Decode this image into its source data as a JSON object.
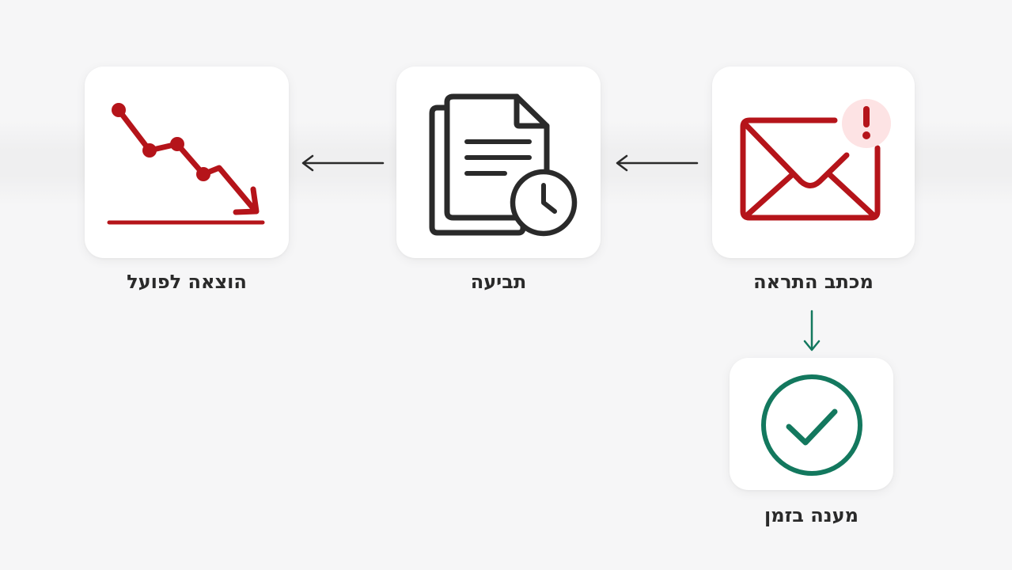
{
  "steps": {
    "warning_letter": {
      "label": "מכתב התראה",
      "icon": "envelope-alert-icon"
    },
    "lawsuit": {
      "label": "תביעה",
      "icon": "document-clock-icon"
    },
    "enforcement": {
      "label": "הוצאה לפועל",
      "icon": "trend-down-icon"
    },
    "timely_response": {
      "label": "מענה בזמן",
      "icon": "check-circle-icon"
    }
  },
  "colors": {
    "alert_red": "#b5141a",
    "alert_badge_bg": "#fde3e4",
    "dark": "#2a2a2a",
    "success_green": "#13785e"
  }
}
